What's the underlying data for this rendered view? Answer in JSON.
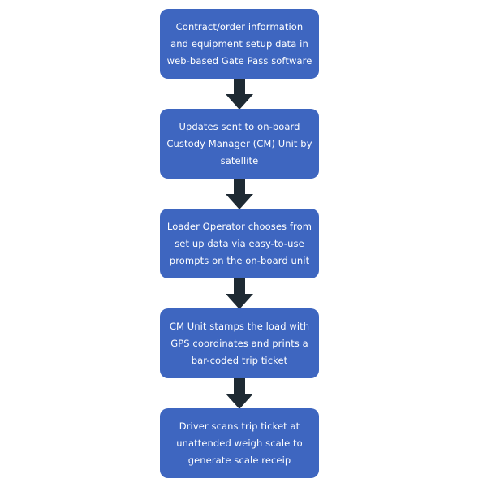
{
  "diagram": {
    "steps": [
      {
        "text": "Contract/order information and equipment setup data in web-based Gate Pass software"
      },
      {
        "text": "Updates sent to on-board Custody Manager (CM) Unit by satellite"
      },
      {
        "text": "Loader Operator chooses from set up data via easy-to-use prompts on the on-board unit"
      },
      {
        "text": "CM Unit stamps the load with GPS coordinates and prints a bar-coded trip ticket"
      },
      {
        "text": "Driver scans trip ticket at unattended weigh scale to generate scale receip"
      }
    ],
    "colors": {
      "box_fill": "#3e66c0",
      "box_text": "#ffffff",
      "arrow": "#1e2a33",
      "background": "#ffffff"
    },
    "arrow_icon": "down-arrow-icon"
  }
}
